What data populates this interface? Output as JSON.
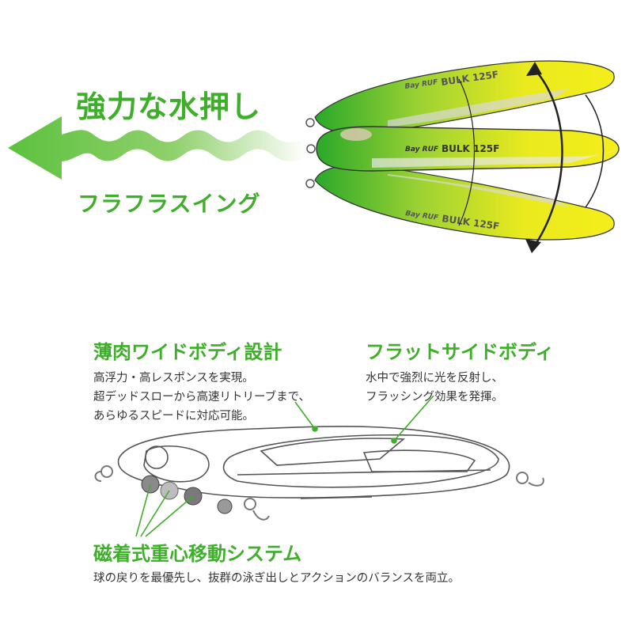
{
  "top": {
    "headline": "強力な水押し",
    "subline": "フラフラスイング",
    "lure_logo_brand": "Bay RUF",
    "lure_logo_model": "BULK 125F"
  },
  "features": {
    "body": {
      "title": "薄肉ワイドボディ設計",
      "lines": [
        "高浮力・高レスポンスを実現。",
        "超デッドスローから高速リトリーブまで、",
        "あらゆるスピードに対応可能。"
      ]
    },
    "flat_side": {
      "title": "フラットサイドボディ",
      "lines": [
        "水中で強烈に光を反射し、",
        "フラッシング効果を発揮。"
      ]
    },
    "magnet": {
      "title": "磁着式重心移動システム",
      "lines": [
        "球の戻りを最優先し、抜群の泳ぎ出しとアクションのバランスを両立。"
      ]
    }
  },
  "colors": {
    "accent_green": "#3fae2a",
    "lure_yellow": "#f2ee1c",
    "lure_green": "#2fae2a"
  }
}
